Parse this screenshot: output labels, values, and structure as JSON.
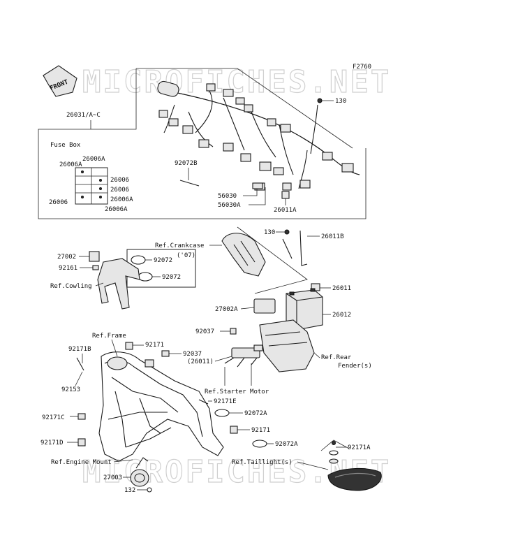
{
  "diagram": {
    "code": "F2760",
    "watermark": "MICROFICHES.NET",
    "front_label": "FRONT",
    "fuse_box_title": "Fuse Box",
    "labels": {
      "p130a": "130",
      "p26031": "26031/A~C",
      "p92072b": "92072B",
      "p56030": "56030",
      "p56030a": "56030A",
      "p26011a": "26011A",
      "fb_26006a_top": "26006A",
      "fb_26006a_left": "26006A",
      "fb_26006_1": "26006",
      "fb_26006_2": "26006",
      "fb_26006a_3": "26006A",
      "fb_26006_left": "26006",
      "fb_26006a_bot": "26006A",
      "p130b": "130",
      "p26011b": "26011B",
      "ref_crankcase": "Ref.Crankcase",
      "note_07": "('07)",
      "p27002": "27002",
      "p92161": "92161",
      "p92072_1": "92072",
      "p92072_2": "92072",
      "ref_cowling": "Ref.Cowling",
      "p26011": "26011",
      "p27002a": "27002A",
      "p26012": "26012",
      "p92037a": "92037",
      "ref_frame": "Ref.Frame",
      "p92171b": "92171B",
      "p92171a_top": "92171",
      "p92037b": "92037",
      "p26011_paren": "(26011)",
      "ref_rear": "Ref.Rear",
      "fender": "Fender(s)",
      "p92153": "92153",
      "ref_starter": "Ref.Starter Motor",
      "p92171e": "92171E",
      "p92171c": "92171C",
      "p92072a_1": "92072A",
      "p92171_low": "92171",
      "p92171d": "92171D",
      "p92072a_2": "92072A",
      "p92171a": "92171A",
      "ref_engine": "Ref.Engine Mount",
      "ref_taillight": "Ref.Taillight(s)",
      "p27003": "27003",
      "p132": "132"
    }
  }
}
